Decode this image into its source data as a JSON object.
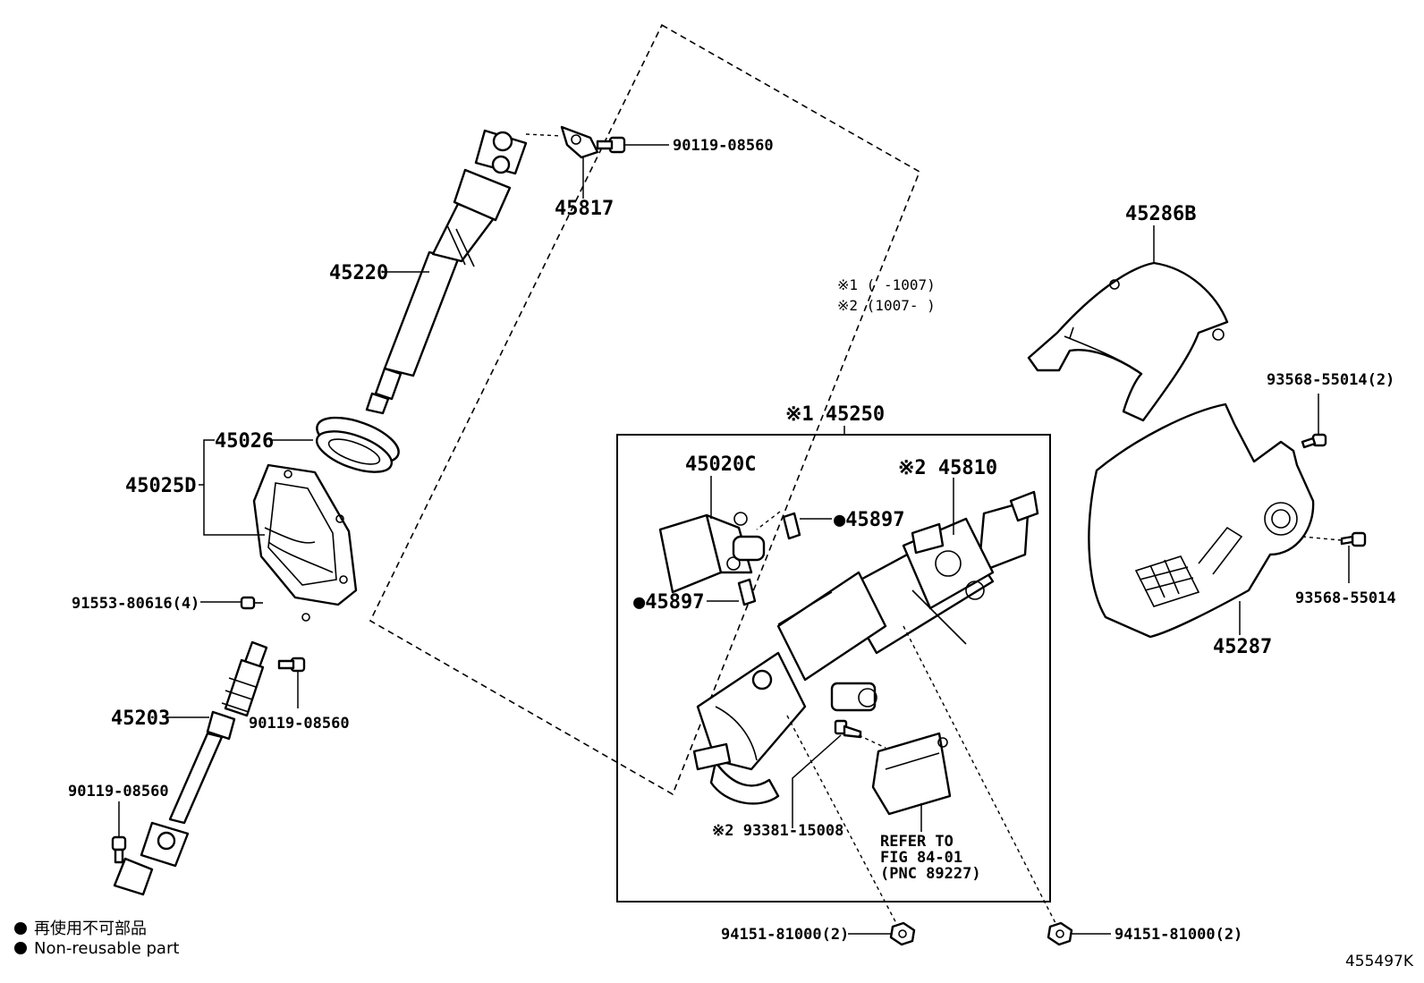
{
  "labels": {
    "p90119_top": "90119-08560",
    "p45817": "45817",
    "p45220": "45220",
    "p45286B": "45286B",
    "note1": "※1 (   -1007)",
    "note2": "※2 (1007-   )",
    "p93568_2": "93568-55014(2)",
    "p45250": "※1 45250",
    "p45026": "45026",
    "p45025D": "45025D",
    "p45020C": "45020C",
    "p45810": "※2 45810",
    "p45897_a": "●45897",
    "p45897_b": "●45897",
    "p91553": "91553-80616(4)",
    "p93568": "93568-55014",
    "p45287": "45287",
    "p45203": "45203",
    "p90119_mid": "90119-08560",
    "p90119_left": "90119-08560",
    "p93381": "※2 93381-15008",
    "refer1": "REFER TO",
    "refer2": "FIG 84-01",
    "refer3": "(PNC 89227)",
    "p94151_left": "94151-81000(2)",
    "p94151_right": "94151-81000(2)"
  },
  "legend": {
    "ja": "再使用不可部品",
    "en": "Non-reusable part"
  },
  "figure_number": "455497K"
}
